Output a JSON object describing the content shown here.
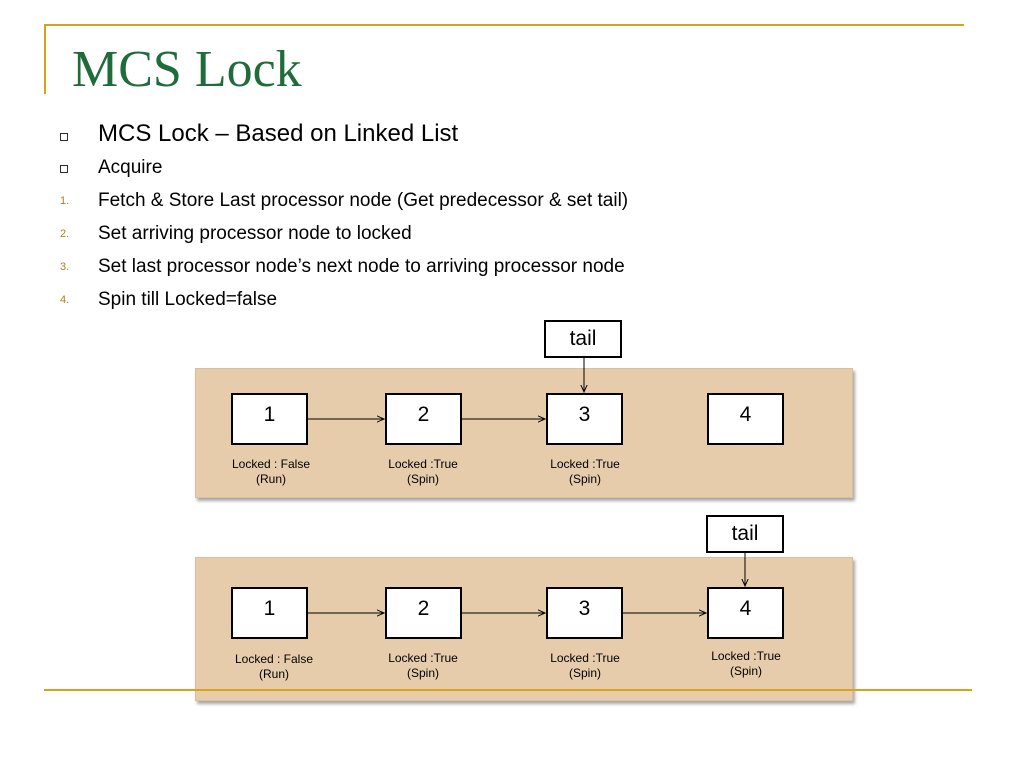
{
  "slide": {
    "title": "MCS Lock",
    "bullets": [
      {
        "marker": "square",
        "text": "MCS Lock – Based on Linked List"
      },
      {
        "marker": "square",
        "text": "Acquire"
      },
      {
        "marker": "1.",
        "text": "Fetch & Store Last processor node (Get predecessor & set tail)"
      },
      {
        "marker": "2.",
        "text": "Set arriving processor node to locked"
      },
      {
        "marker": "3.",
        "text": "Set last processor node’s next node to arriving processor node"
      },
      {
        "marker": "4.",
        "text": "Spin till Locked=false"
      }
    ]
  },
  "diagram1": {
    "tail_label": "tail",
    "nodes": [
      {
        "id": "1",
        "state": "Locked : False",
        "mode": "(Run)"
      },
      {
        "id": "2",
        "state": "Locked :True",
        "mode": "(Spin)"
      },
      {
        "id": "3",
        "state": "Locked :True",
        "mode": "(Spin)"
      },
      {
        "id": "4",
        "state": "",
        "mode": ""
      }
    ]
  },
  "diagram2": {
    "tail_label": "tail",
    "nodes": [
      {
        "id": "1",
        "state": "Locked : False",
        "mode": "(Run)"
      },
      {
        "id": "2",
        "state": "Locked :True",
        "mode": "(Spin)"
      },
      {
        "id": "3",
        "state": "Locked :True",
        "mode": "(Spin)"
      },
      {
        "id": "4",
        "state": "Locked :True",
        "mode": "(Spin)"
      }
    ]
  },
  "colors": {
    "title": "#1f6b3a",
    "accent_rule": "#d9a21b",
    "panel": "#e6ccaa",
    "list_number": "#a58417"
  }
}
